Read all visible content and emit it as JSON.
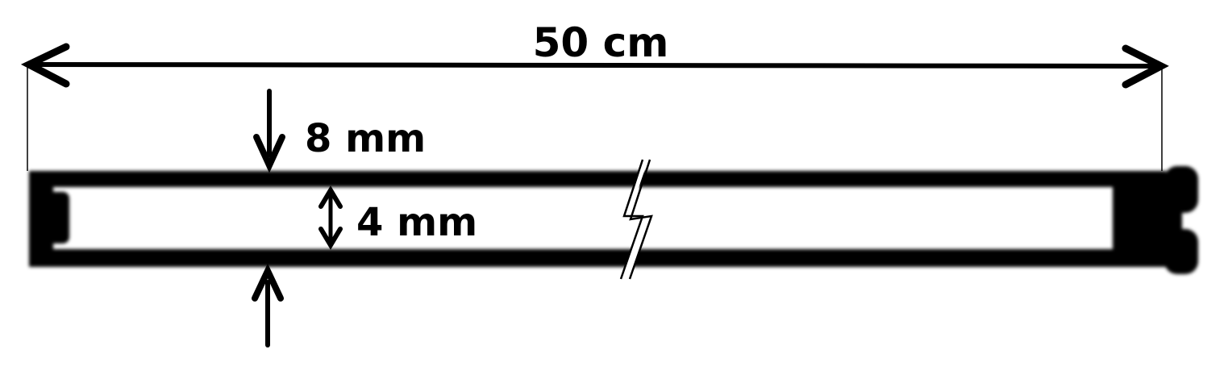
{
  "labels": {
    "length": "50 cm",
    "outer_diameter": "8 mm",
    "inner_diameter": "4 mm"
  },
  "colors": {
    "ink": "#000000",
    "background": "#ffffff"
  }
}
